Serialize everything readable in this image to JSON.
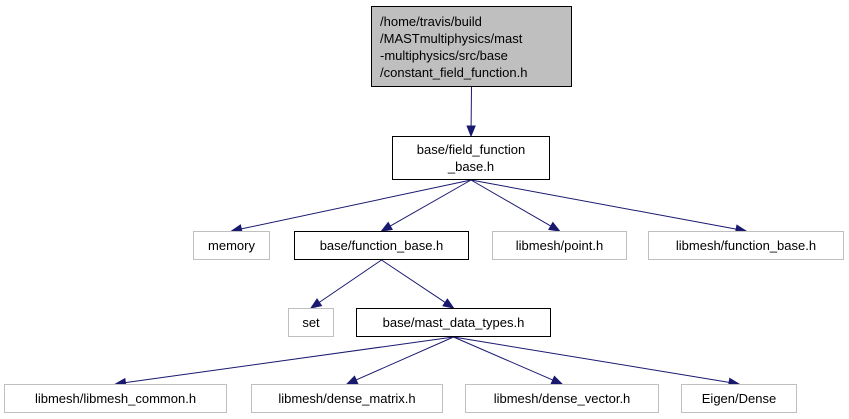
{
  "graph": {
    "nodes": {
      "root": {
        "lines": [
          "/home/travis/build",
          "/MASTmultiphysics/mast",
          "-multiphysics/src/base",
          "/constant_field_function.h"
        ]
      },
      "field_function_base": {
        "lines": [
          "base/field_function",
          "_base.h"
        ]
      },
      "memory": {
        "label": "memory"
      },
      "function_base": {
        "label": "base/function_base.h"
      },
      "libmesh_point": {
        "label": "libmesh/point.h"
      },
      "libmesh_function_base": {
        "label": "libmesh/function_base.h"
      },
      "set": {
        "label": "set"
      },
      "mast_data_types": {
        "label": "base/mast_data_types.h"
      },
      "libmesh_common": {
        "label": "libmesh/libmesh_common.h"
      },
      "dense_matrix": {
        "label": "libmesh/dense_matrix.h"
      },
      "dense_vector": {
        "label": "libmesh/dense_vector.h"
      },
      "eigen_dense": {
        "label": "Eigen/Dense"
      }
    },
    "edges": [
      [
        "root",
        "field_function_base"
      ],
      [
        "field_function_base",
        "memory"
      ],
      [
        "field_function_base",
        "function_base"
      ],
      [
        "field_function_base",
        "libmesh_point"
      ],
      [
        "field_function_base",
        "libmesh_function_base"
      ],
      [
        "function_base",
        "set"
      ],
      [
        "function_base",
        "mast_data_types"
      ],
      [
        "mast_data_types",
        "libmesh_common"
      ],
      [
        "mast_data_types",
        "dense_matrix"
      ],
      [
        "mast_data_types",
        "dense_vector"
      ],
      [
        "mast_data_types",
        "eigen_dense"
      ]
    ],
    "colors": {
      "edge": "#191970",
      "root_fill": "#bfbfbf",
      "internal_border": "#000000",
      "external_border": "#bfbfbf"
    }
  }
}
